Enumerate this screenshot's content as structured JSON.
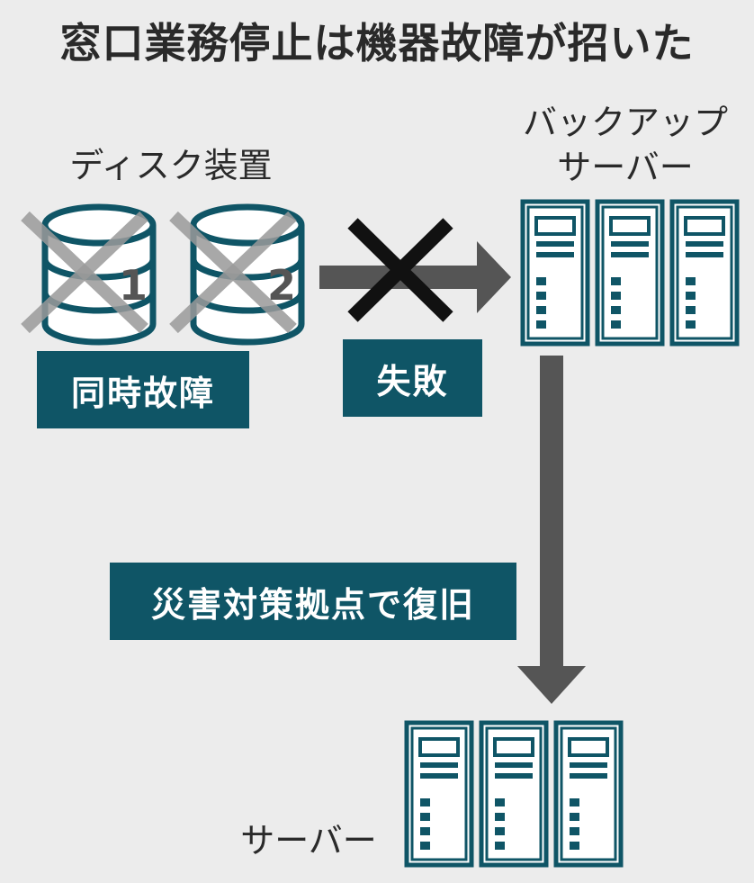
{
  "title": "窓口業務停止は機器故障が招いた",
  "labels": {
    "disk_device": "ディスク装置",
    "backup_server_line1": "バックアップ",
    "backup_server_line2": "サーバー",
    "server": "サーバー"
  },
  "disks": [
    {
      "number": "1",
      "status": "failed"
    },
    {
      "number": "2",
      "status": "failed"
    }
  ],
  "badges": {
    "simultaneous_failure": "同時故障",
    "failure": "失敗",
    "disaster_recovery": "災害対策拠点で復旧"
  },
  "colors": {
    "accent": "#0f5566",
    "arrow": "#555555",
    "cross_gray": "#999999",
    "cross_black": "#111111",
    "background": "#ececec"
  },
  "icons": [
    "disk-icon",
    "server-rack-icon",
    "cross-icon",
    "arrow-right-icon",
    "arrow-down-icon"
  ]
}
